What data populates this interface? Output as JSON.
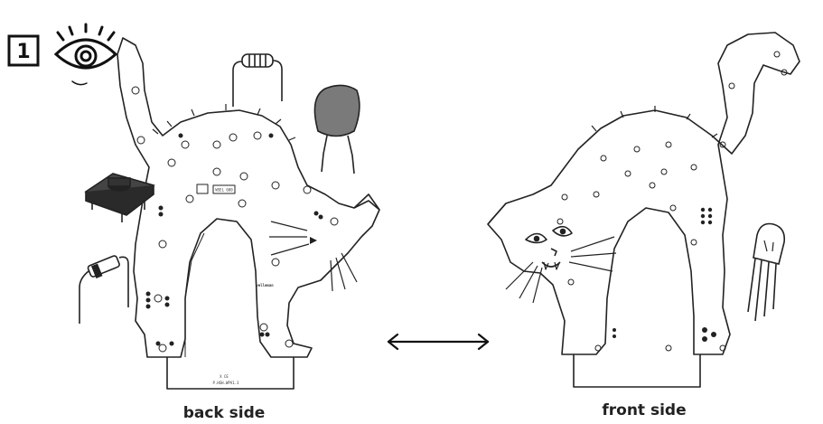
{
  "step": {
    "number": "1"
  },
  "labels": {
    "back": "back side",
    "front": "front side"
  },
  "pcb": {
    "brand": "velleman",
    "code": "P.HSH.WPV1.3",
    "logo_text": "WSEL 600",
    "marks": "X  CE"
  },
  "icons": {
    "step_eye": "eye-icon",
    "swap": "double-arrow-icon"
  },
  "colors": {
    "ink": "#222222",
    "capacitor": "#7a7a7a",
    "button_body": "#444444"
  }
}
